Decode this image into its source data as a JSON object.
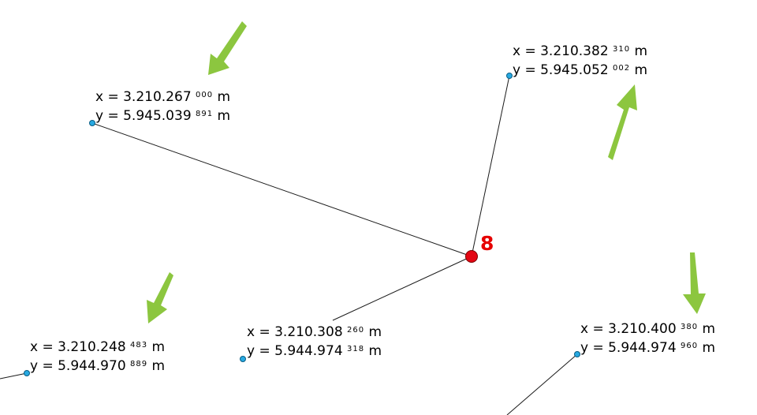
{
  "map": {
    "colors": {
      "line": "#1a1a1a",
      "point": "#27a9e1",
      "point_stroke": "#0a5e85",
      "station": "#e30613",
      "arrow": "#8cc63f"
    },
    "station": {
      "label": "8"
    },
    "points": [
      {
        "x": {
          "main": "x = 3.210.267",
          "frac": "000",
          "unit": "m"
        },
        "y": {
          "main": "y = 5.945.039",
          "frac": "891",
          "unit": "m"
        }
      },
      {
        "x": {
          "main": "x = 3.210.382",
          "frac": "310",
          "unit": "m"
        },
        "y": {
          "main": "y = 5.945.052",
          "frac": "002",
          "unit": "m"
        }
      },
      {
        "x": {
          "main": "x = 3.210.308",
          "frac": "260",
          "unit": "m"
        },
        "y": {
          "main": "y = 5.944.974",
          "frac": "318",
          "unit": "m"
        }
      },
      {
        "x": {
          "main": "x = 3.210.248",
          "frac": "483",
          "unit": "m"
        },
        "y": {
          "main": "y = 5.944.970",
          "frac": "889",
          "unit": "m"
        }
      },
      {
        "x": {
          "main": "x = 3.210.400",
          "frac": "380",
          "unit": "m"
        },
        "y": {
          "main": "y = 5.944.974",
          "frac": "960",
          "unit": "m"
        }
      }
    ]
  }
}
